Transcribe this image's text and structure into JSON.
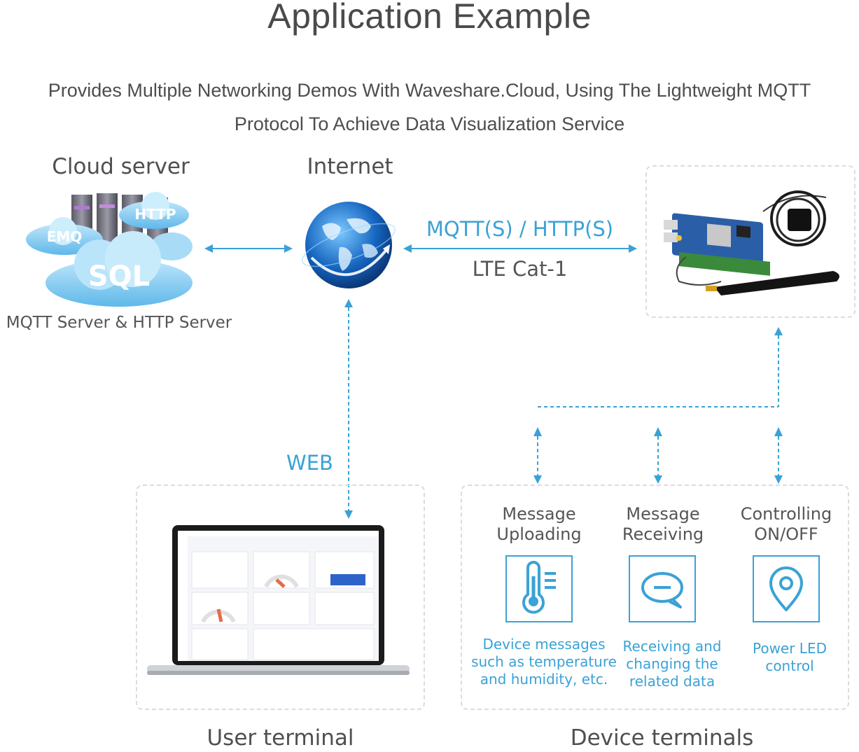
{
  "title": "Application Example",
  "subtitle_line1": "Provides Multiple Networking Demos With Waveshare.Cloud, Using The Lightweight MQTT",
  "subtitle_line2": "Protocol To Achieve Data Visualization Service",
  "cloud": {
    "label": "Cloud server",
    "caption": "MQTT Server & HTTP Server",
    "badges": {
      "emq": "EMQ",
      "http": "HTTP",
      "sql": "SQL"
    }
  },
  "internet": {
    "label": "Internet"
  },
  "link": {
    "protocol": "MQTT(S) / HTTP(S)",
    "network": "LTE Cat-1"
  },
  "web_label": "WEB",
  "user_terminal": {
    "label": "User terminal"
  },
  "device_terminals": {
    "label": "Device terminals",
    "items": [
      {
        "head1": "Message",
        "head2": "Uploading",
        "icon": "thermometer-icon",
        "cap1": "Device messages",
        "cap2": "such as temperature",
        "cap3": "and humidity, etc."
      },
      {
        "head1": "Message",
        "head2": "Receiving",
        "icon": "chat-bubble-icon",
        "cap1": "Receiving and",
        "cap2": "changing the",
        "cap3": "related data"
      },
      {
        "head1": "Controlling",
        "head2": "ON/OFF",
        "icon": "location-pin-icon",
        "cap1": "Power LED",
        "cap2": "control",
        "cap3": ""
      }
    ]
  },
  "colors": {
    "accent": "#3aa2d6",
    "text": "#4d4d4d",
    "dash": "#dcdcdc"
  }
}
